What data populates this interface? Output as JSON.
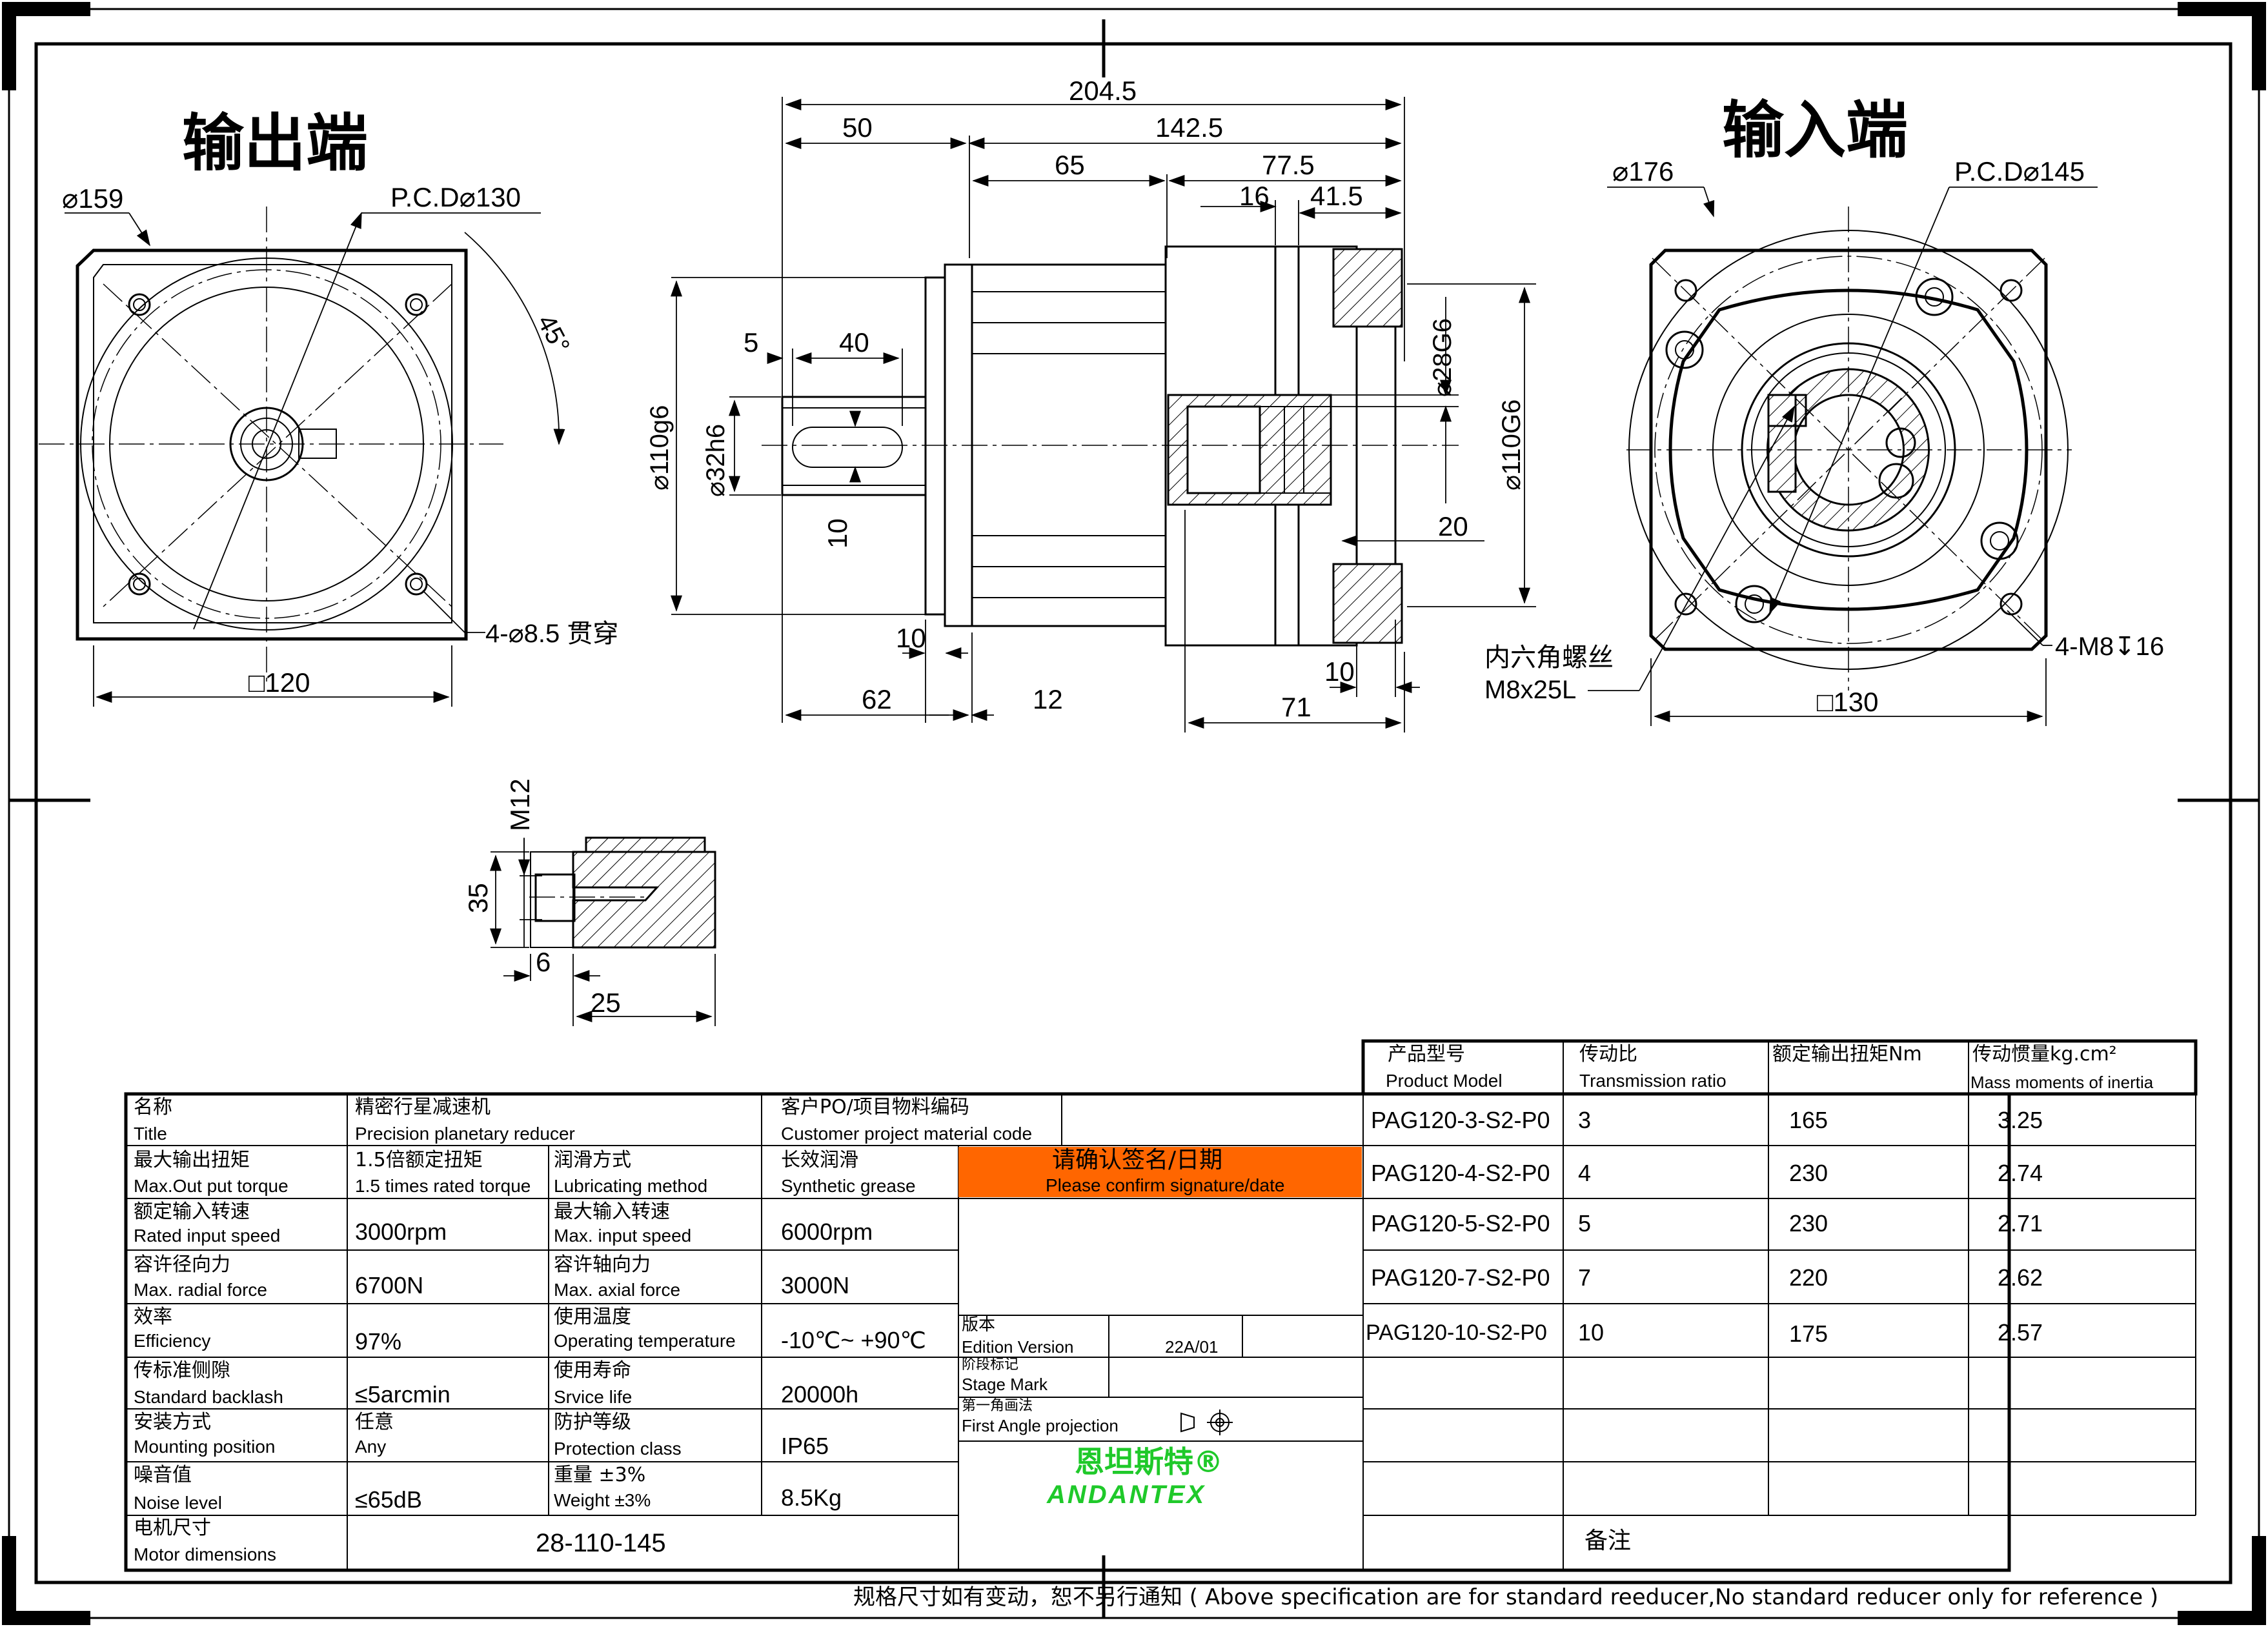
{
  "views": {
    "output_title": "输出端",
    "input_title": "输入端",
    "output": {
      "diameter": "⌀159",
      "pcd": "P.C.D⌀130",
      "angle": "45°",
      "holes": "4-⌀8.5 贯穿",
      "square": "□120"
    },
    "side": {
      "d_total": "204.5",
      "d_50": "50",
      "d_142_5": "142.5",
      "d_65": "65",
      "d_77_5": "77.5",
      "d_16": "16",
      "d_41_5": "41.5",
      "d_5": "5",
      "d_40": "40",
      "d_110": "⌀110g6",
      "d_32": "⌀32h6",
      "d_10a": "10",
      "d_28": "⌀28G6",
      "d_110b": "⌀110G6",
      "d_20": "20",
      "d_10b": "10",
      "d_62": "62",
      "d_12": "12",
      "d_10c": "10",
      "d_71": "71"
    },
    "input": {
      "diameter": "⌀176",
      "pcd": "P.C.D⌀145",
      "screw_label_1": "内六角螺丝",
      "screw_label_2": "M8x25L",
      "holes": "4-M8↧16",
      "square": "□130"
    },
    "detail": {
      "m12": "M12",
      "d_35": "35",
      "d_6": "6",
      "d_25": "25"
    }
  },
  "spec_table": {
    "rows": [
      {
        "cn": "名称",
        "en": "Title",
        "v1cn": "精密行星减速机",
        "v1en": "Precision planetary reducer",
        "c2cn": "客户PO/项目物料编码",
        "c2en": "Customer project material code",
        "v2": ""
      },
      {
        "cn": "最大输出扭矩",
        "en": "Max.Out put torque",
        "v1cn": "1.5倍额定扭矩",
        "v1en": "1.5 times rated torque",
        "c2cn": "润滑方式",
        "c2en": "Lubricating method",
        "v2cn": "长效润滑",
        "v2en": "Synthetic grease"
      },
      {
        "cn": "额定输入转速",
        "en": "Rated input speed",
        "v1": "3000rpm",
        "c2cn": "最大输入转速",
        "c2en": "Max. input speed",
        "v2": "6000rpm"
      },
      {
        "cn": "容许径向力",
        "en": "Max. radial force",
        "v1": "6700N",
        "c2cn": "容许轴向力",
        "c2en": "Max. axial force",
        "v2": "3000N"
      },
      {
        "cn": "效率",
        "en": "Efficiency",
        "v1": "97%",
        "c2cn": "使用温度",
        "c2en": "Operating temperature",
        "v2": "-10℃~ +90℃"
      },
      {
        "cn": "传标准侧隙",
        "en": "Standard backlash",
        "v1": "≤5arcmin",
        "c2cn": "使用寿命",
        "c2en": "Srvice life",
        "v2": "20000h"
      },
      {
        "cn": "安装方式",
        "en": "Mounting position",
        "v1cn": "任意",
        "v1en": "Any",
        "c2cn": "防护等级",
        "c2en": "Protection class",
        "v2": "IP65"
      },
      {
        "cn": "噪音值",
        "en": "Noise level",
        "v1": "≤65dB",
        "c2cn": "重量 ±3%",
        "c2en": "Weight ±3%",
        "v2": "8.5Kg"
      }
    ],
    "motor_cn": "电机尺寸",
    "motor_en": "Motor dimensions",
    "motor_value": "28-110-145",
    "confirm_cn": "请确认签名/日期",
    "confirm_en": "Please confirm signature/date",
    "edition_cn": "版本",
    "edition_en": "Edition Version",
    "edition_value": "22A/01",
    "stage_cn": "阶段标记",
    "stage_en": "Stage Mark",
    "projection_cn": "第一角画法",
    "projection_en": "First Angle projection",
    "brand_cn": "恩坦斯特®",
    "brand_en": "ANDANTEX",
    "remarks": "备注"
  },
  "model_table": {
    "headers": [
      {
        "cn": "产品型号",
        "en": "Product Model"
      },
      {
        "cn": "传动比",
        "en": "Transmission ratio"
      },
      {
        "cn": "额定输出扭矩Nm",
        "en": ""
      },
      {
        "cn": "传动惯量kg.cm²",
        "en": "Mass moments of inertia"
      }
    ],
    "rows": [
      [
        "PAG120-3-S2-P0",
        "3",
        "165",
        "3.25"
      ],
      [
        "PAG120-4-S2-P0",
        "4",
        "230",
        "2.74"
      ],
      [
        "PAG120-5-S2-P0",
        "5",
        "230",
        "2.71"
      ],
      [
        "PAG120-7-S2-P0",
        "7",
        "220",
        "2.62"
      ],
      [
        "PAG120-10-S2-P0",
        "10",
        "175",
        "2.57"
      ]
    ]
  },
  "footer": "规格尺寸如有变动，恕不另行通知 ( Above specification are for standard reeducer,No standard reducer only for reference )",
  "colors": {
    "confirm_bg": "#ff6600",
    "brand_green": "#1fc92a"
  }
}
